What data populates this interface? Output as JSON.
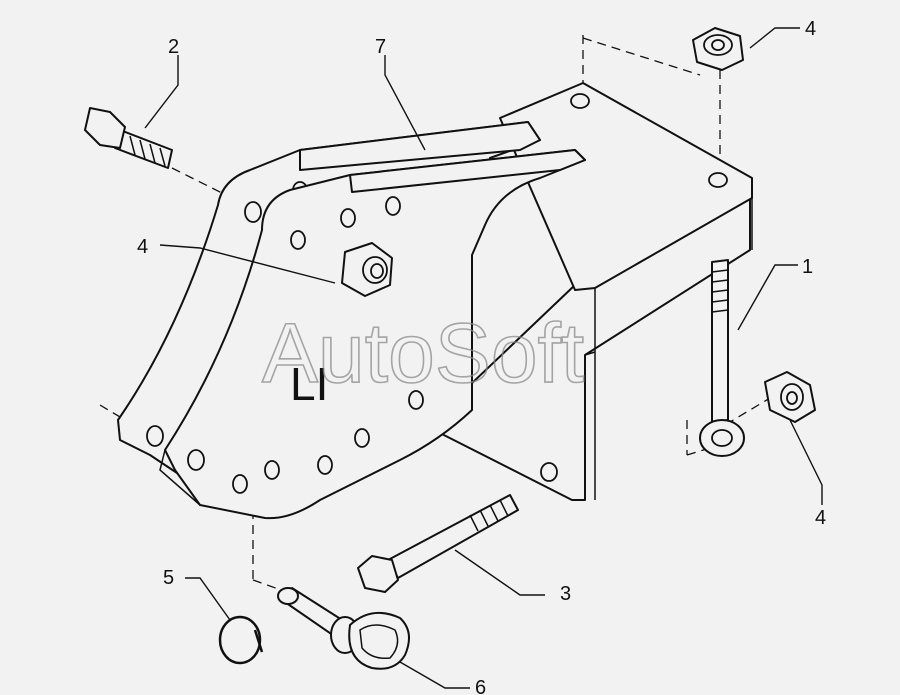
{
  "watermark": "AutoSoft",
  "side_mark": "LI",
  "callouts": {
    "bolt_long_eye": "1",
    "bolt_short": "2",
    "bolt_long_hex": "3",
    "nut_center": "4",
    "nut_top_right": "4",
    "nut_bottom_right": "4",
    "snap_ring": "5",
    "lynch_pin": "6",
    "bracket": "7"
  }
}
